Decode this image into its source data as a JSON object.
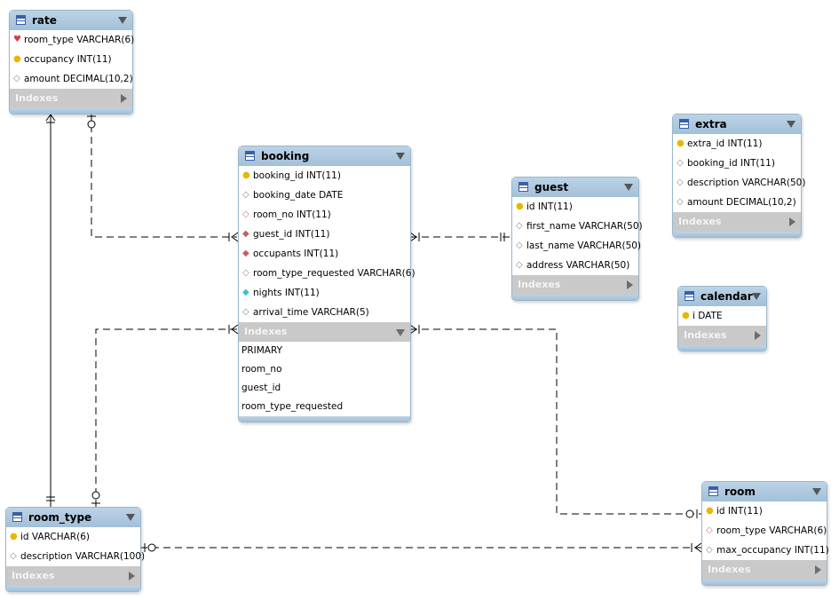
{
  "tables": {
    "rate": {
      "name": "rate",
      "columns": [
        {
          "text": "room_type VARCHAR(6)",
          "icon": "red-key-icon"
        },
        {
          "text": "occupancy INT(11)",
          "icon": "primary-key-icon"
        },
        {
          "text": "amount DECIMAL(10,2)",
          "icon": "column-diamond-icon"
        }
      ],
      "indexes_label": "Indexes"
    },
    "booking": {
      "name": "booking",
      "columns": [
        {
          "text": "booking_id INT(11)",
          "icon": "primary-key-icon"
        },
        {
          "text": "booking_date DATE",
          "icon": "column-diamond-icon"
        },
        {
          "text": "room_no INT(11)",
          "icon": "fk-hollow-diamond-icon"
        },
        {
          "text": "guest_id INT(11)",
          "icon": "fk-diamond-icon"
        },
        {
          "text": "occupants INT(11)",
          "icon": "fk-diamond-icon"
        },
        {
          "text": "room_type_requested VARCHAR(6)",
          "icon": "fk-hollow-diamond-icon"
        },
        {
          "text": "nights INT(11)",
          "icon": "notnull-diamond-icon"
        },
        {
          "text": "arrival_time VARCHAR(5)",
          "icon": "column-diamond-icon"
        }
      ],
      "indexes_label": "Indexes",
      "indexes": [
        "PRIMARY",
        "room_no",
        "guest_id",
        "room_type_requested"
      ]
    },
    "guest": {
      "name": "guest",
      "columns": [
        {
          "text": "id INT(11)",
          "icon": "primary-key-icon"
        },
        {
          "text": "first_name VARCHAR(50)",
          "icon": "column-diamond-icon"
        },
        {
          "text": "last_name VARCHAR(50)",
          "icon": "column-diamond-icon"
        },
        {
          "text": "address VARCHAR(50)",
          "icon": "column-diamond-icon"
        }
      ],
      "indexes_label": "Indexes"
    },
    "extra": {
      "name": "extra",
      "columns": [
        {
          "text": "extra_id INT(11)",
          "icon": "primary-key-icon"
        },
        {
          "text": "booking_id INT(11)",
          "icon": "column-diamond-icon"
        },
        {
          "text": "description VARCHAR(50)",
          "icon": "column-diamond-icon"
        },
        {
          "text": "amount DECIMAL(10,2)",
          "icon": "column-diamond-icon"
        }
      ],
      "indexes_label": "Indexes"
    },
    "calendar": {
      "name": "calendar",
      "columns": [
        {
          "text": "i DATE",
          "icon": "primary-key-icon"
        }
      ],
      "indexes_label": "Indexes"
    },
    "room_type": {
      "name": "room_type",
      "columns": [
        {
          "text": "id VARCHAR(6)",
          "icon": "primary-key-icon"
        },
        {
          "text": "description VARCHAR(100)",
          "icon": "column-diamond-icon"
        }
      ],
      "indexes_label": "Indexes"
    },
    "room": {
      "name": "room",
      "columns": [
        {
          "text": "id INT(11)",
          "icon": "primary-key-icon"
        },
        {
          "text": "room_type VARCHAR(6)",
          "icon": "fk-hollow-diamond-icon"
        },
        {
          "text": "max_occupancy INT(11)",
          "icon": "column-diamond-icon"
        }
      ],
      "indexes_label": "Indexes"
    }
  },
  "colors": {
    "header": "#a2c0d9",
    "indexes_bar": "#c9c9c9",
    "line": "#000000",
    "primary_key": "#e6b800"
  }
}
